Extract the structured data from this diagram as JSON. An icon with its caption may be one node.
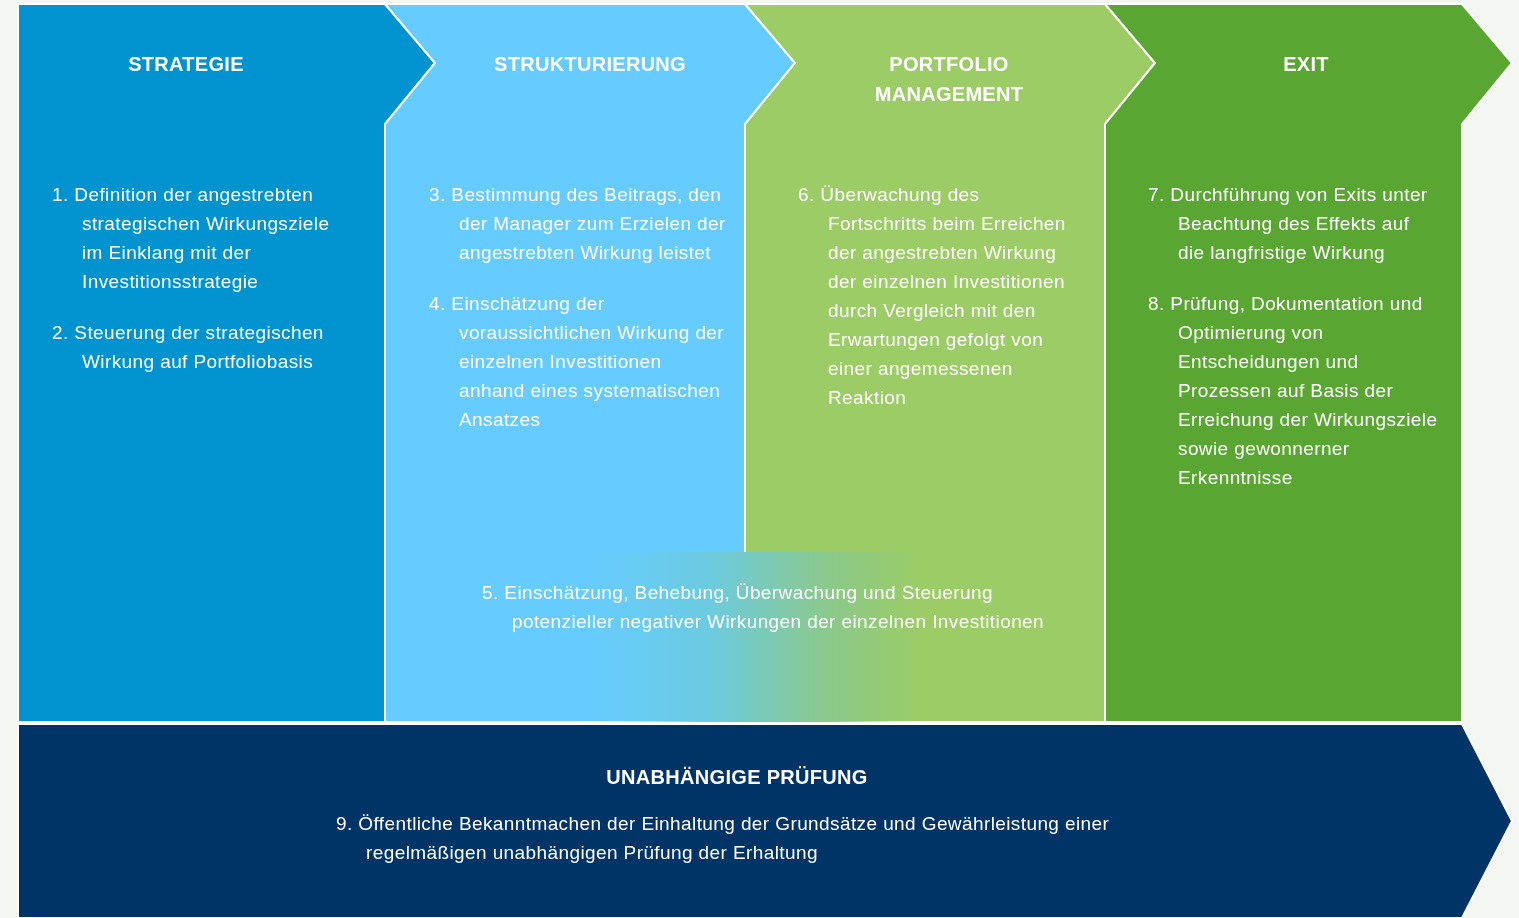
{
  "diagram": {
    "nodes": [
      {
        "text": [
          "STRATEGIE",
          "1. Definition der angestrebten strategischen Wirkungsziele im Einklang mit der Investitionsstrategie",
          "2. Steuerung der strategischen Wirkung auf Portfoliobasis"
        ]
      },
      {
        "text": [
          "STRUKTURIERUNG",
          "3. Bestimmung des Beitrags, den der Manager zum Erzielen der angestrebten Wirkung leistet",
          "4. Einschätzung der voraussichtlichen Wirkung der einzelnen Investitionen anhand eines systematischen Ansatzes"
        ]
      },
      {
        "text": [
          "PORTFOLIO MANAGEMENT",
          "6. Überwachung des Fortschritts beim Erreichen der angestrebten Wirkung der einzelnen Investitionen durch Vergleich mit den Erwartungen gefolgt von einer angemessenen Reaktion"
        ]
      },
      {
        "text": [
          "EXIT",
          "7. Durchführung von Exits unter Beachtung des Effekts auf die langfristige Wirkung",
          "8. Prüfung, Dokumentation und Optimierung von Entscheidungen und Prozessen auf Basis der Erreichung der Wirkungsziele sowie gewonnerner Erkenntnisse"
        ]
      },
      {
        "text": [
          "5. Einschätzung, Behebung, Überwachung und Steuerung potenzieller negativer Wirkungen der einzelnen Investitionen"
        ]
      },
      {
        "text": [
          "UNABHÄNGIGE PRÜFUNG",
          "9. Öffentliche Bekanntmachen der Einhaltung der Grundsätze und Gewährleistung einer regelmäßigen unabhängigen Prüfung der Erhaltung"
        ]
      }
    ]
  }
}
